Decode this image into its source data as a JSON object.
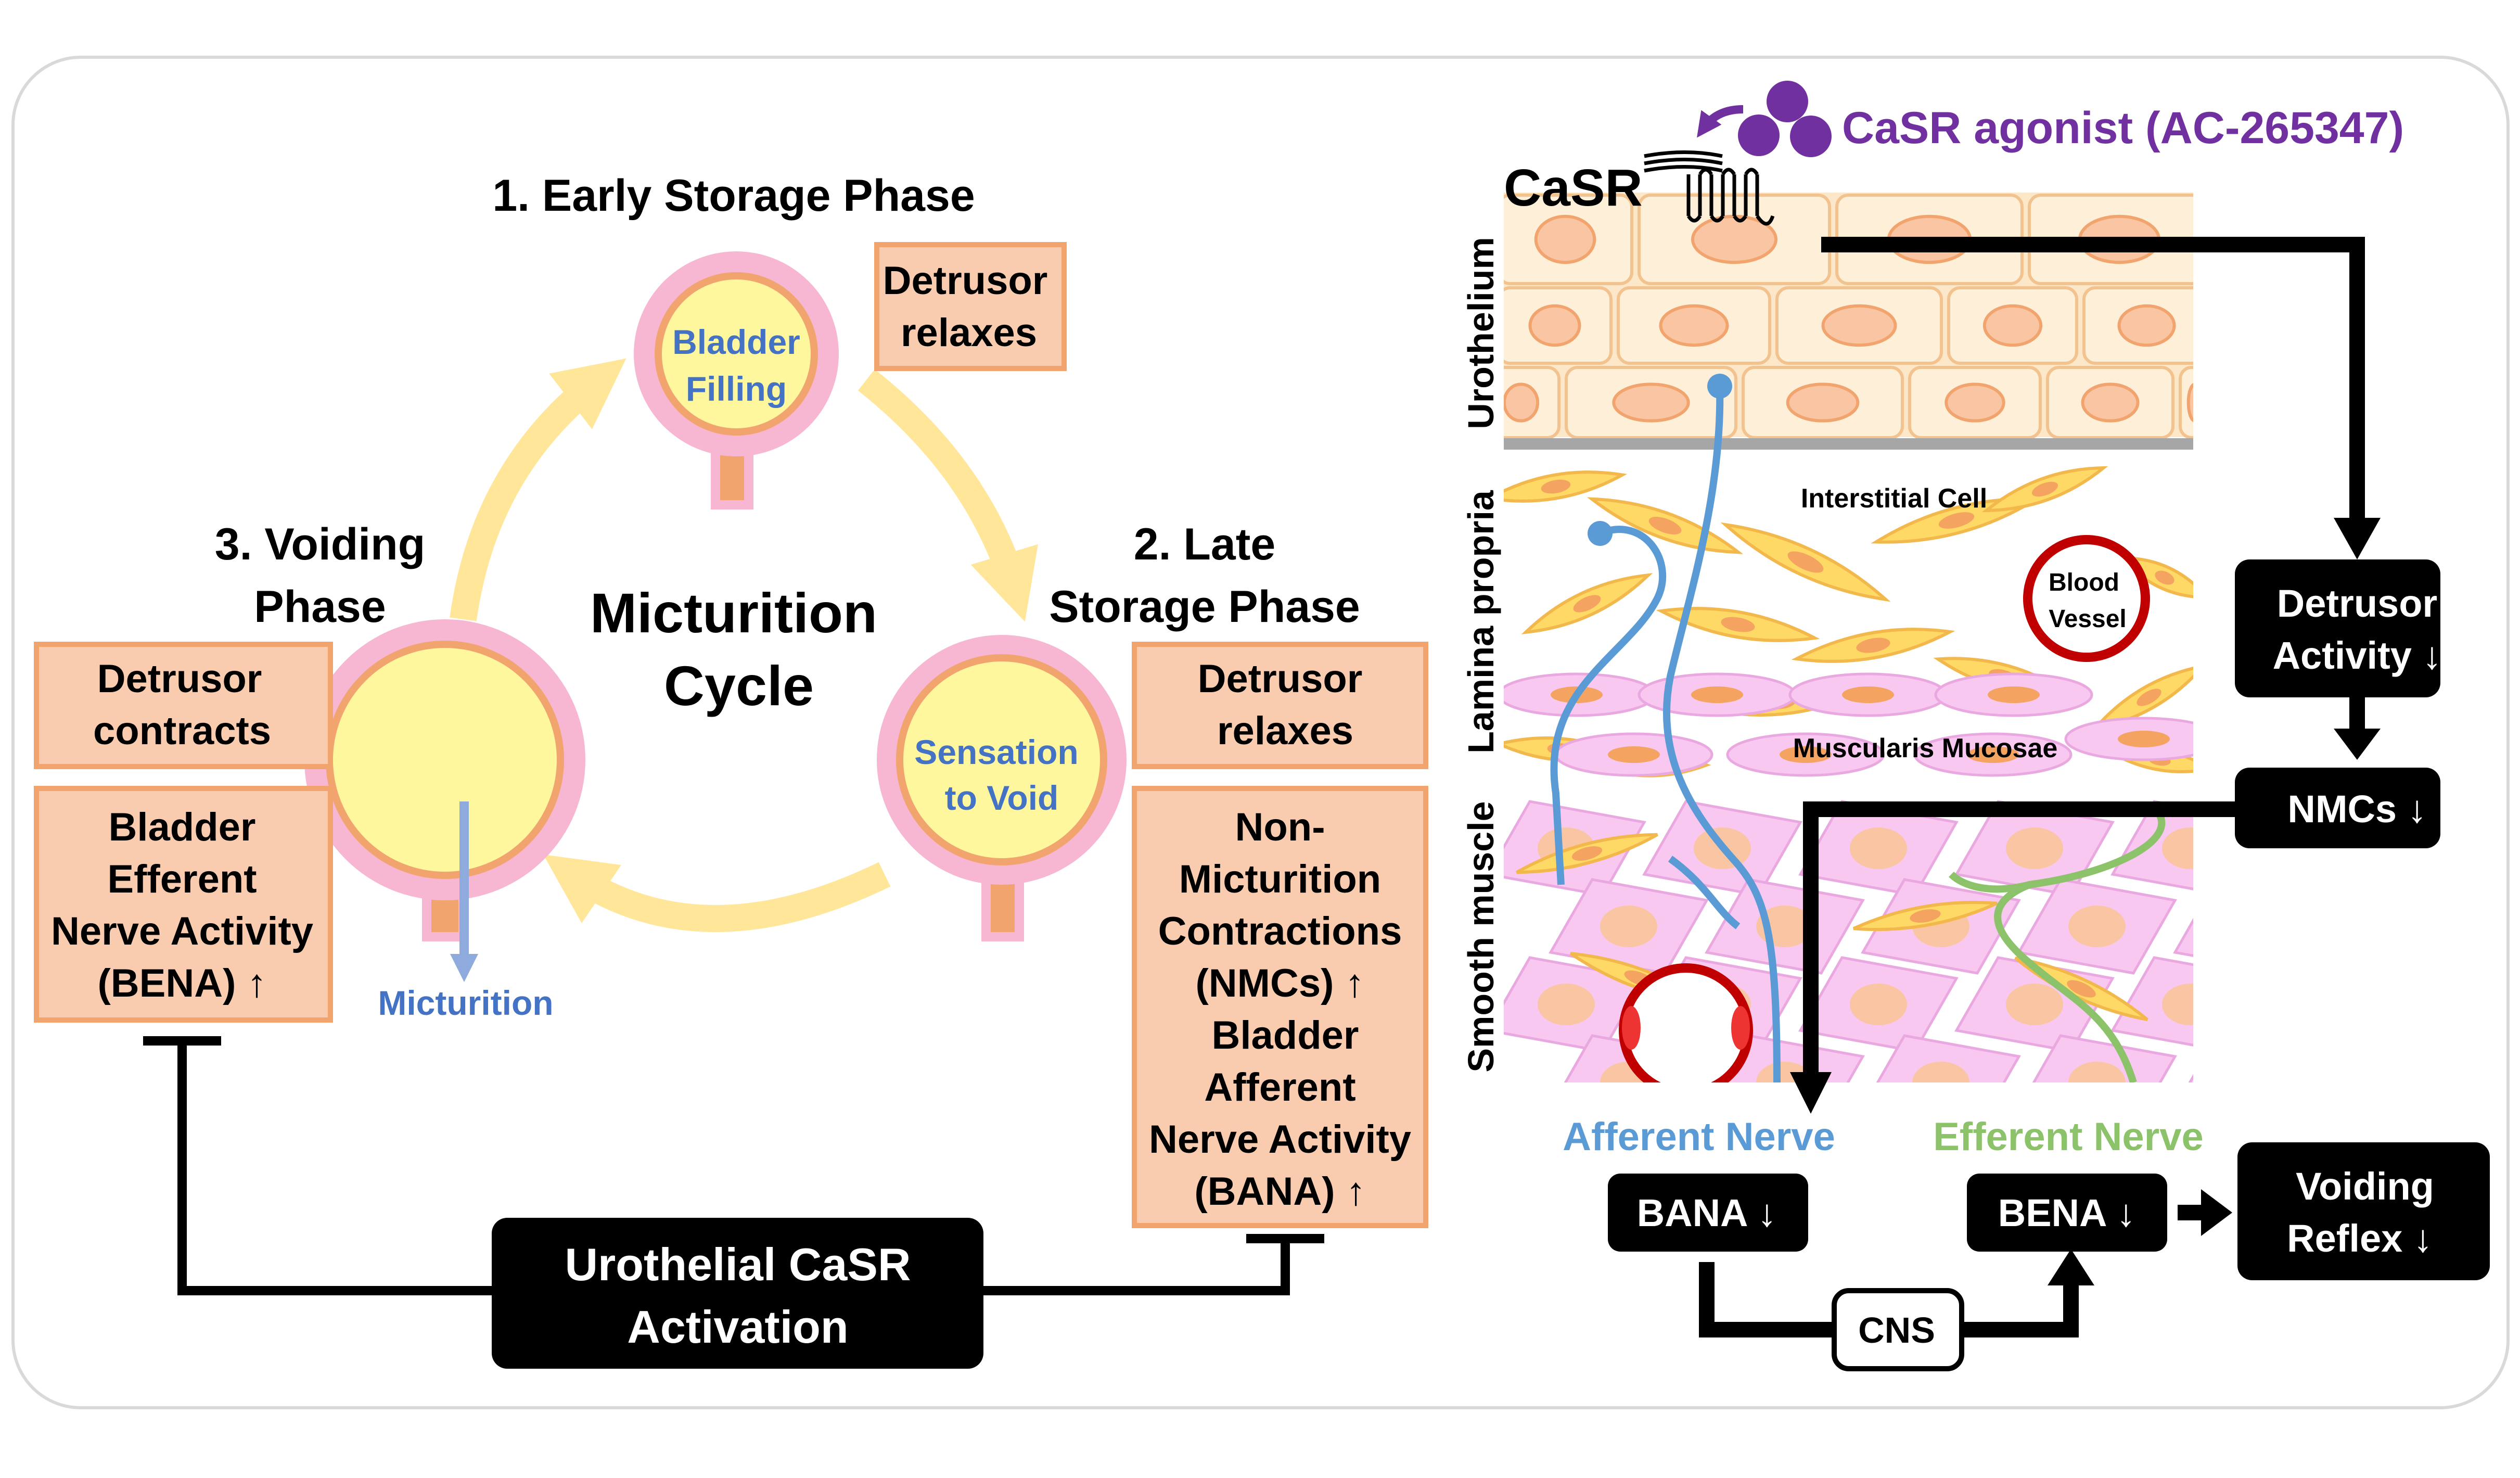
{
  "left_panel": {
    "center_title": [
      "Micturition",
      "Cycle"
    ],
    "phase1": {
      "title": "1. Early Storage Phase",
      "bladder_label": [
        "Bladder",
        "Filling"
      ],
      "box": [
        "Detrusor",
        "relaxes"
      ]
    },
    "phase2": {
      "title": [
        "2. Late",
        "Storage Phase"
      ],
      "bladder_label": [
        "Sensation",
        "to Void"
      ],
      "box_top": [
        "Detrusor",
        "relaxes"
      ],
      "box_bottom": [
        "Non-",
        "Micturition",
        "Contractions",
        "(NMCs) ↑",
        "Bladder",
        "Afferent",
        "Nerve Activity",
        "(BANA) ↑"
      ]
    },
    "phase3": {
      "title": [
        "3. Voiding",
        "Phase"
      ],
      "micturition_label": "Micturition",
      "box_top": [
        "Detrusor",
        "contracts"
      ],
      "box_bottom": [
        "Bladder",
        "Efferent",
        "Nerve Activity",
        "(BENA) ↑"
      ]
    },
    "activation_box": [
      "Urothelial CaSR",
      "Activation"
    ]
  },
  "right_panel": {
    "agonist_label": "CaSR agonist (AC-265347)",
    "casr_label": "CaSR",
    "layers": {
      "urothelium": "Urothelium",
      "lamina_propria": "Lamina propria",
      "smooth_muscle": "Smooth muscle"
    },
    "tissue_labels": {
      "interstitial_cell": "Interstitial Cell",
      "blood_vessel": [
        "Blood",
        "Vessel"
      ],
      "muscularis_mucosae": "Muscularis Mucosae"
    },
    "afferent_nerve": "Afferent Nerve",
    "efferent_nerve": "Efferent Nerve",
    "boxes": {
      "detrusor_activity": [
        "Detrusor",
        "Activity ↓"
      ],
      "nmcs": "NMCs ↓",
      "bana": "BANA ↓",
      "bena": "BENA ↓",
      "voiding_reflex": [
        "Voiding",
        "Reflex ↓"
      ],
      "cns": "CNS"
    }
  },
  "colors": {
    "bladder_wall": "#F7B6D2",
    "bladder_inner": "#FFF79E",
    "bladder_ring": "#F2A46F",
    "box_fill": "#F9CBAF",
    "box_border": "#F2A46F",
    "cycle_arrow": "#FFE699",
    "blue_text": "#4472C4",
    "afferent": "#5B9BD5",
    "efferent": "#8CC26A",
    "agonist": "#7030A0",
    "blood_vessel": "#C00000"
  }
}
